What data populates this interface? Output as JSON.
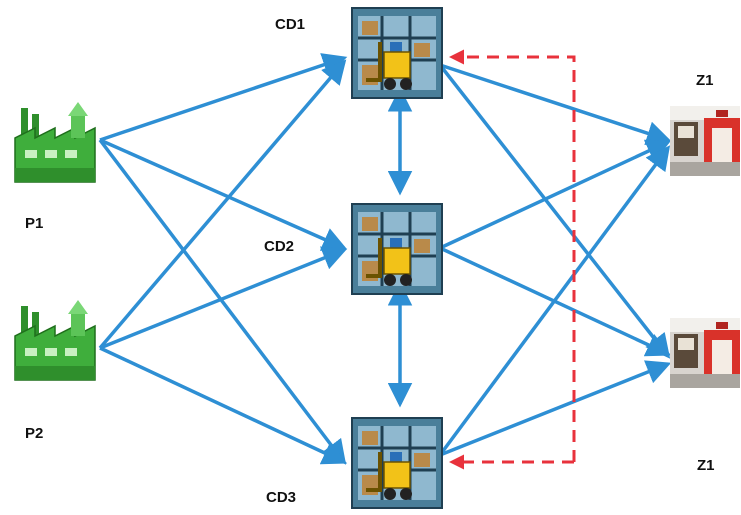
{
  "labels": {
    "p1": "P1",
    "p2": "P2",
    "cd1": "CD1",
    "cd2": "CD2",
    "cd3": "CD3",
    "z1_top": "Z1",
    "z1_bottom": "Z1"
  },
  "icons": {
    "plant": "factory-icon",
    "distribution_center": "warehouse-forklift-icon",
    "zone": "store-front-icon"
  },
  "colors": {
    "flow_arrow": "#2e8fd4",
    "return_arrow": "#e8323c",
    "factory_green": "#3fae3c",
    "store_red": "#d9322a"
  }
}
